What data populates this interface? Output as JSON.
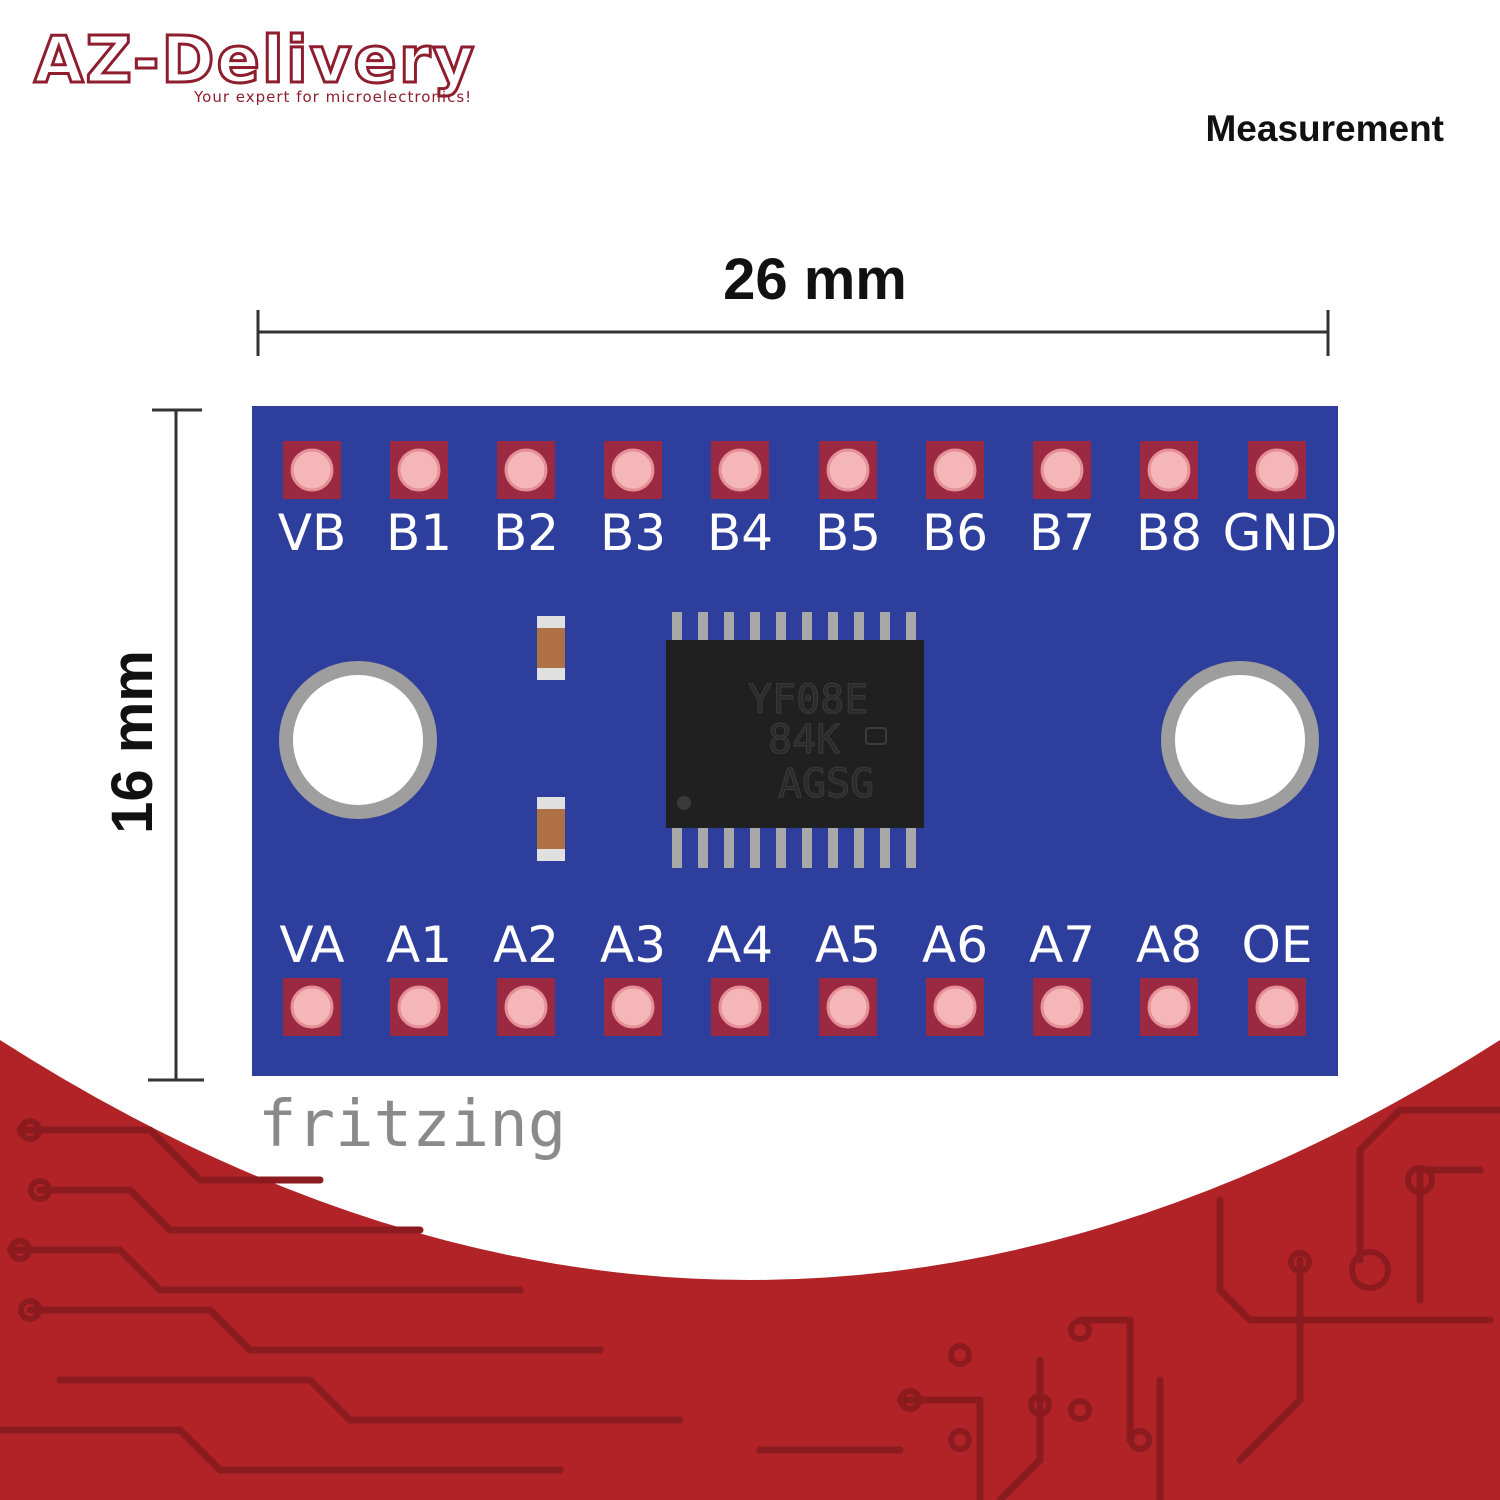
{
  "brand": {
    "name": "AZ-Delivery",
    "tagline": "Your expert for microelectronics!",
    "color": "#8e1e2e"
  },
  "section_title": "Measurement",
  "dimensions": {
    "width_label": "26 mm",
    "height_label": "16 mm"
  },
  "board": {
    "color": "#2e3e9c",
    "pad_color": "#9b2942",
    "top_pins": [
      "VB",
      "B1",
      "B2",
      "B3",
      "B4",
      "B5",
      "B6",
      "B7",
      "B8",
      "GND"
    ],
    "bottom_pins": [
      "VA",
      "A1",
      "A2",
      "A3",
      "A4",
      "A5",
      "A6",
      "A7",
      "A8",
      "OE"
    ],
    "chip_marking": [
      "YF08E",
      "84K",
      "AGSG"
    ],
    "chip_logo": "ti-logo"
  },
  "credit": "fritzing",
  "background": {
    "color": "#b22327",
    "trace_color": "#8c1b1f"
  }
}
